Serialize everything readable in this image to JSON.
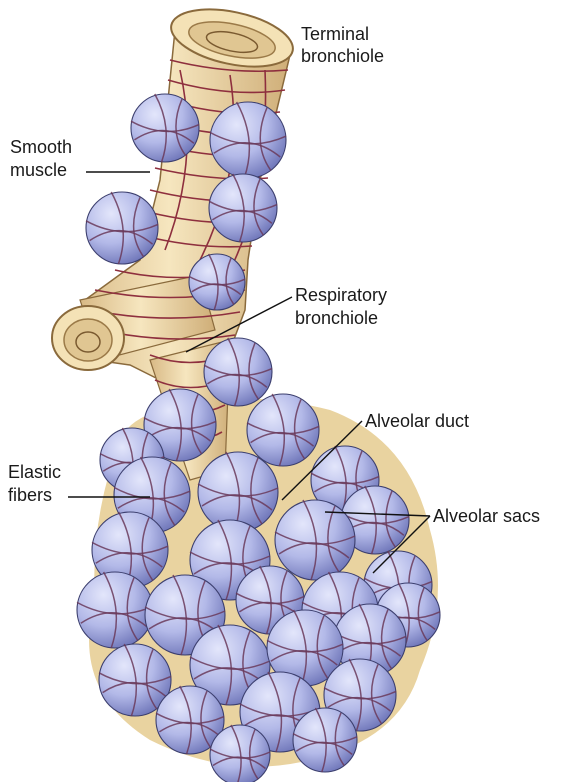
{
  "labels": {
    "terminal_bronchiole": [
      "Terminal",
      "bronchiole"
    ],
    "smooth_muscle": [
      "Smooth",
      "muscle"
    ],
    "respiratory_bronchiole": [
      "Respiratory",
      "bronchiole"
    ],
    "alveolar_duct": "Alveolar duct",
    "elastic_fibers": [
      "Elastic",
      "fibers"
    ],
    "alveolar_sacs": "Alveolar sacs"
  },
  "colors": {
    "airway": "#f2deb0",
    "airway_shade": "#d9bd86",
    "muscle": "#b4475a",
    "alveolus": "#b3b9e8",
    "alveolus_shade": "#7d84c4",
    "fiber": "#6a3a5a"
  }
}
